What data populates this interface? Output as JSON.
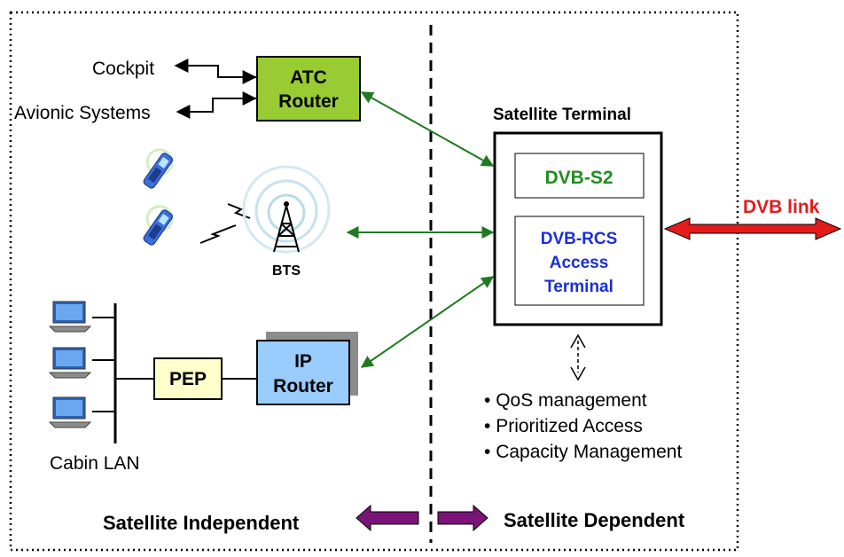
{
  "labels": {
    "cockpit": "Cockpit",
    "avionic_systems": "Avionic Systems",
    "bts": "BTS",
    "cabin_lan": "Cabin LAN",
    "dvb_link": "DVB link"
  },
  "atc_router": {
    "line1": "ATC",
    "line2": "Router"
  },
  "ip_router": {
    "line1": "IP",
    "line2": "Router"
  },
  "pep": "PEP",
  "satellite_terminal": {
    "title": "Satellite Terminal",
    "dvb_s2": "DVB-S2",
    "dvb_rcs": [
      "DVB-RCS",
      "Access",
      "Terminal"
    ]
  },
  "features": [
    "QoS management",
    "Prioritized Access",
    "Capacity Management"
  ],
  "bottom": {
    "left": "Satellite Independent",
    "right": "Satellite Dependent"
  },
  "colors": {
    "atc_fill": "#99cc33",
    "ip_fill": "#99ccff",
    "pep_fill": "#ffffcc",
    "green_arrow": "#1f7a1f",
    "dvb_s2_text": "#1f8f1f",
    "dvb_rcs_text": "#1a2fd6",
    "dvb_link": "#e31b1b",
    "bottom_arrow": "#7a1478"
  },
  "icons": [
    "mobile-phone-icon",
    "antenna-tower-icon",
    "laptop-icon"
  ]
}
